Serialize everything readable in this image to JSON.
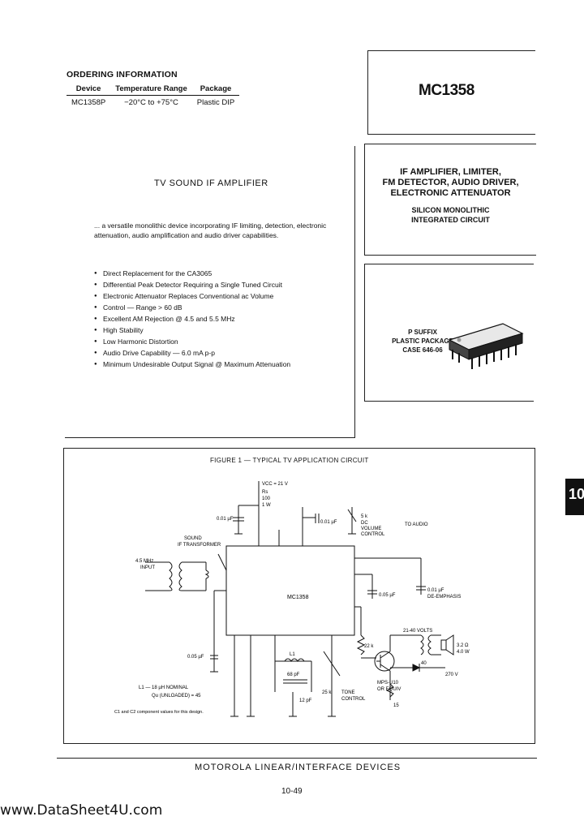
{
  "ordering": {
    "title": "ORDERING INFORMATION",
    "headers": [
      "Device",
      "Temperature Range",
      "Package"
    ],
    "row": [
      "MC1358P",
      "−20°C to +75°C",
      "Plastic DIP"
    ]
  },
  "part_number": "MC1358",
  "title_box": {
    "line1": "IF AMPLIFIER, LIMITER,",
    "line2": "FM DETECTOR, AUDIO DRIVER,",
    "line3": "ELECTRONIC ATTENUATOR",
    "sub1": "SILICON MONOLITHIC",
    "sub2": "INTEGRATED CIRCUIT"
  },
  "package": {
    "line1": "P SUFFIX",
    "line2": "PLASTIC PACKAGE",
    "line3": "CASE 646-06"
  },
  "description": {
    "heading": "TV SOUND IF AMPLIFIER",
    "intro": "... a versatile monolithic device incorporating IF limiting, detection, electronic attenuation, audio amplification and audio driver capabilities.",
    "features": [
      "Direct Replacement for the CA3065",
      "Differential Peak Detector Requiring a Single Tuned Circuit",
      "Electronic Attenuator Replaces Conventional ac Volume",
      "Control — Range > 60 dB",
      "Excellent AM Rejection @ 4.5 and 5.5 MHz",
      "High Stability",
      "Low Harmonic Distortion",
      "Audio Drive Capability — 6.0 mA p-p",
      "Minimum Undesirable Output Signal @ Maximum Attenuation"
    ]
  },
  "figure": {
    "caption": "FIGURE 1 — TYPICAL TV APPLICATION CIRCUIT",
    "chip_label": "MC1358",
    "labels": {
      "vcc": "VCC = 21 V",
      "rs": "Rs",
      "r100": "100",
      "rw": "1 W",
      "sound_if": "SOUND",
      "transformer": "IF TRANSFORMER",
      "input": "4.5 MHz",
      "input2": "INPUT",
      "cap1": "0.01 µF",
      "cap2": "0.01 µF",
      "pot": "5 k",
      "volume1": "DC",
      "volume2": "VOLUME",
      "volume3": "CONTROL",
      "deemph": "0.01 µF",
      "deemph2": "DE-EMPHASIS",
      "out_note": "TO AUDIO",
      "cap3": "0.05 µF",
      "cap4": "0.05 µF",
      "l1": "L1",
      "c1": "68 pF",
      "c2": "12 pF",
      "tone": "25 k",
      "tone2": "TONE",
      "tone3": "CONTROL",
      "r22": "22 k",
      "r15": "15",
      "transistor": "MPS-U10",
      "transistor2": "OR EQUIV",
      "volts": "21-40 VOLTS",
      "speaker": "3.2 Ω",
      "speaker2": "4.0 W",
      "r40": "40",
      "cap5": "270 V",
      "note1": "L1 — 18 µH NOMINAL",
      "note2": "Qu (UNLOADED) = 45",
      "note3": "C1 and C2 component values for this design."
    }
  },
  "tab_number": "10",
  "footer": "MOTOROLA LINEAR/INTERFACE DEVICES",
  "page_number": "10-49",
  "watermark": "www.DataSheet4U.com"
}
